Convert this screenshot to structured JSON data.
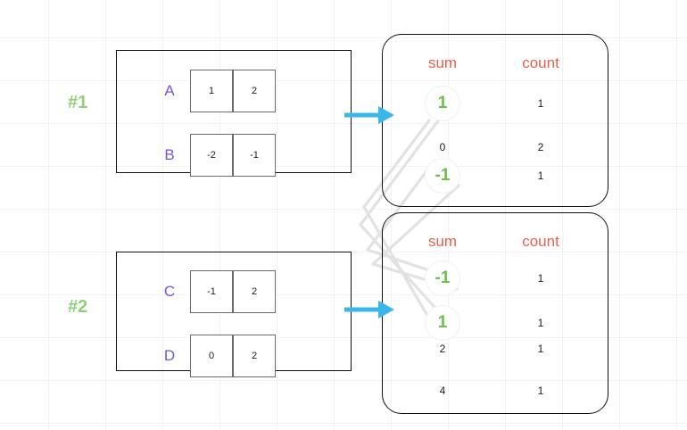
{
  "diagram": {
    "groups": [
      {
        "label": "#1",
        "rows": [
          {
            "name": "A",
            "cells": [
              "1",
              "2"
            ]
          },
          {
            "name": "B",
            "cells": [
              "-2",
              "-1"
            ]
          }
        ],
        "arrow_icon": "arrow-right-icon",
        "table": {
          "headers": [
            "sum",
            "count"
          ],
          "rows": [
            {
              "sum": "1",
              "count": "1",
              "highlight": true
            },
            {
              "sum": "0",
              "count": "2",
              "highlight": false
            },
            {
              "sum": "-1",
              "count": "1",
              "highlight": true
            }
          ]
        }
      },
      {
        "label": "#2",
        "rows": [
          {
            "name": "C",
            "cells": [
              "-1",
              "2"
            ]
          },
          {
            "name": "D",
            "cells": [
              "0",
              "2"
            ]
          }
        ],
        "arrow_icon": "arrow-right-icon",
        "table": {
          "headers": [
            "sum",
            "count"
          ],
          "rows": [
            {
              "sum": "-1",
              "count": "1",
              "highlight": true
            },
            {
              "sum": "1",
              "count": "1",
              "highlight": true
            },
            {
              "sum": "2",
              "count": "1",
              "highlight": false
            },
            {
              "sum": "4",
              "count": "1",
              "highlight": false
            }
          ]
        }
      }
    ],
    "colors": {
      "group_label": "#8ed07a",
      "row_letter": "#7b52e0",
      "table_header": "#e8604c",
      "highlight_value": "#6cbf4b",
      "arrow": "#3bb6e8",
      "connector_line": "#e2e2e2",
      "cell_border": "#6b6b6b",
      "panel_border": "#111111",
      "grid": "#f2f2f2"
    }
  }
}
